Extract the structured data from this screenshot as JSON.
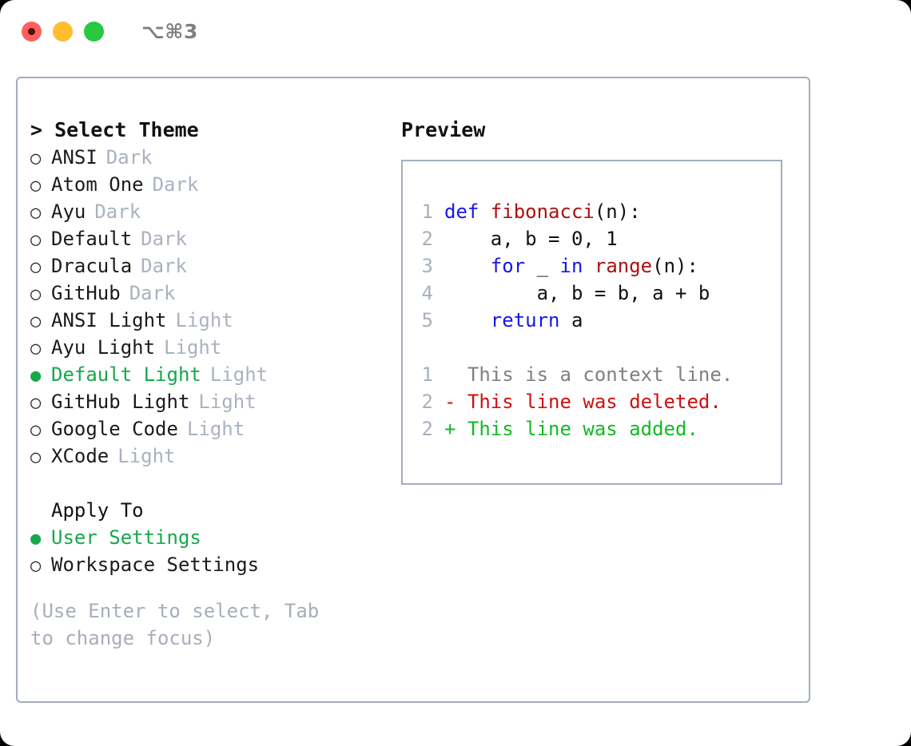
{
  "titlebar": {
    "shortcut": "⌥⌘3",
    "buttons": {
      "close": "close",
      "minimize": "minimize",
      "maximize": "maximize"
    }
  },
  "theme_panel": {
    "header": "> Select Theme",
    "items": [
      {
        "marker": "○",
        "name": "ANSI",
        "suffix": "Dark",
        "selected": false
      },
      {
        "marker": "○",
        "name": "Atom One",
        "suffix": "Dark",
        "selected": false
      },
      {
        "marker": "○",
        "name": "Ayu",
        "suffix": "Dark",
        "selected": false
      },
      {
        "marker": "○",
        "name": "Default",
        "suffix": "Dark",
        "selected": false
      },
      {
        "marker": "○",
        "name": "Dracula",
        "suffix": "Dark",
        "selected": false
      },
      {
        "marker": "○",
        "name": "GitHub",
        "suffix": "Dark",
        "selected": false
      },
      {
        "marker": "○",
        "name": "ANSI Light",
        "suffix": "Light",
        "selected": false
      },
      {
        "marker": "○",
        "name": "Ayu Light",
        "suffix": "Light",
        "selected": false
      },
      {
        "marker": "●",
        "name": "Default Light",
        "suffix": "Light",
        "selected": true
      },
      {
        "marker": "○",
        "name": "GitHub Light",
        "suffix": "Light",
        "selected": false
      },
      {
        "marker": "○",
        "name": "Google Code",
        "suffix": "Light",
        "selected": false
      },
      {
        "marker": "○",
        "name": "XCode",
        "suffix": "Light",
        "selected": false
      }
    ]
  },
  "apply_to": {
    "header": "Apply To",
    "items": [
      {
        "marker": "●",
        "name": "User Settings",
        "selected": true
      },
      {
        "marker": "○",
        "name": "Workspace Settings",
        "selected": false
      }
    ]
  },
  "hint": "(Use Enter to select, Tab to change focus)",
  "preview": {
    "title": "Preview",
    "code_lines": [
      {
        "number": "1",
        "tokens": [
          {
            "text": "def ",
            "kind": "kw"
          },
          {
            "text": "fibonacci",
            "kind": "fn"
          },
          {
            "text": "(n):",
            "kind": "plain"
          }
        ]
      },
      {
        "number": "2",
        "tokens": [
          {
            "text": "    a, b = 0, 1",
            "kind": "plain"
          }
        ]
      },
      {
        "number": "3",
        "tokens": [
          {
            "text": "    ",
            "kind": "plain"
          },
          {
            "text": "for",
            "kind": "kw"
          },
          {
            "text": " _ ",
            "kind": "plain"
          },
          {
            "text": "in",
            "kind": "kw"
          },
          {
            "text": " ",
            "kind": "plain"
          },
          {
            "text": "range",
            "kind": "fn"
          },
          {
            "text": "(n):",
            "kind": "plain"
          }
        ]
      },
      {
        "number": "4",
        "tokens": [
          {
            "text": "        a, b = b, a + b",
            "kind": "plain"
          }
        ]
      },
      {
        "number": "5",
        "tokens": [
          {
            "text": "    ",
            "kind": "plain"
          },
          {
            "text": "return",
            "kind": "kw"
          },
          {
            "text": " a",
            "kind": "plain"
          }
        ]
      }
    ],
    "diff_lines": [
      {
        "number": "1",
        "sign": " ",
        "text": " This is a context line.",
        "kind": "ctx"
      },
      {
        "number": "2",
        "sign": "-",
        "text": " This line was deleted.",
        "kind": "del"
      },
      {
        "number": "2",
        "sign": "+",
        "text": " This line was added.",
        "kind": "add"
      }
    ]
  },
  "colors": {
    "accent_green": "#17a84a",
    "muted": "#aab2c0",
    "border": "#a3adbd",
    "keyword": "#1616e8",
    "function": "#aa1111",
    "diff_add": "#11bb22",
    "diff_del": "#cc1111",
    "traffic_close": "#ff6159",
    "traffic_min": "#ffbd2e",
    "traffic_max": "#28c840"
  }
}
